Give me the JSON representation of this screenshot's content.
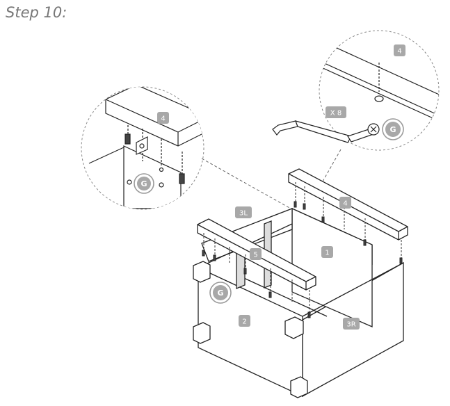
{
  "step_title": "Step 10:",
  "labels": {
    "part_4": "4",
    "part_3L": "3L",
    "part_1": "1",
    "part_5": "5",
    "part_2": "2",
    "part_3R": "3R",
    "hardware_g": "G",
    "quantity": "X 8"
  },
  "colors": {
    "line": "#222222",
    "label_fill": "#a8a8a8",
    "label_text": "#ffffff",
    "circle_stroke": "#9a9a9a",
    "title_text": "#777777"
  }
}
